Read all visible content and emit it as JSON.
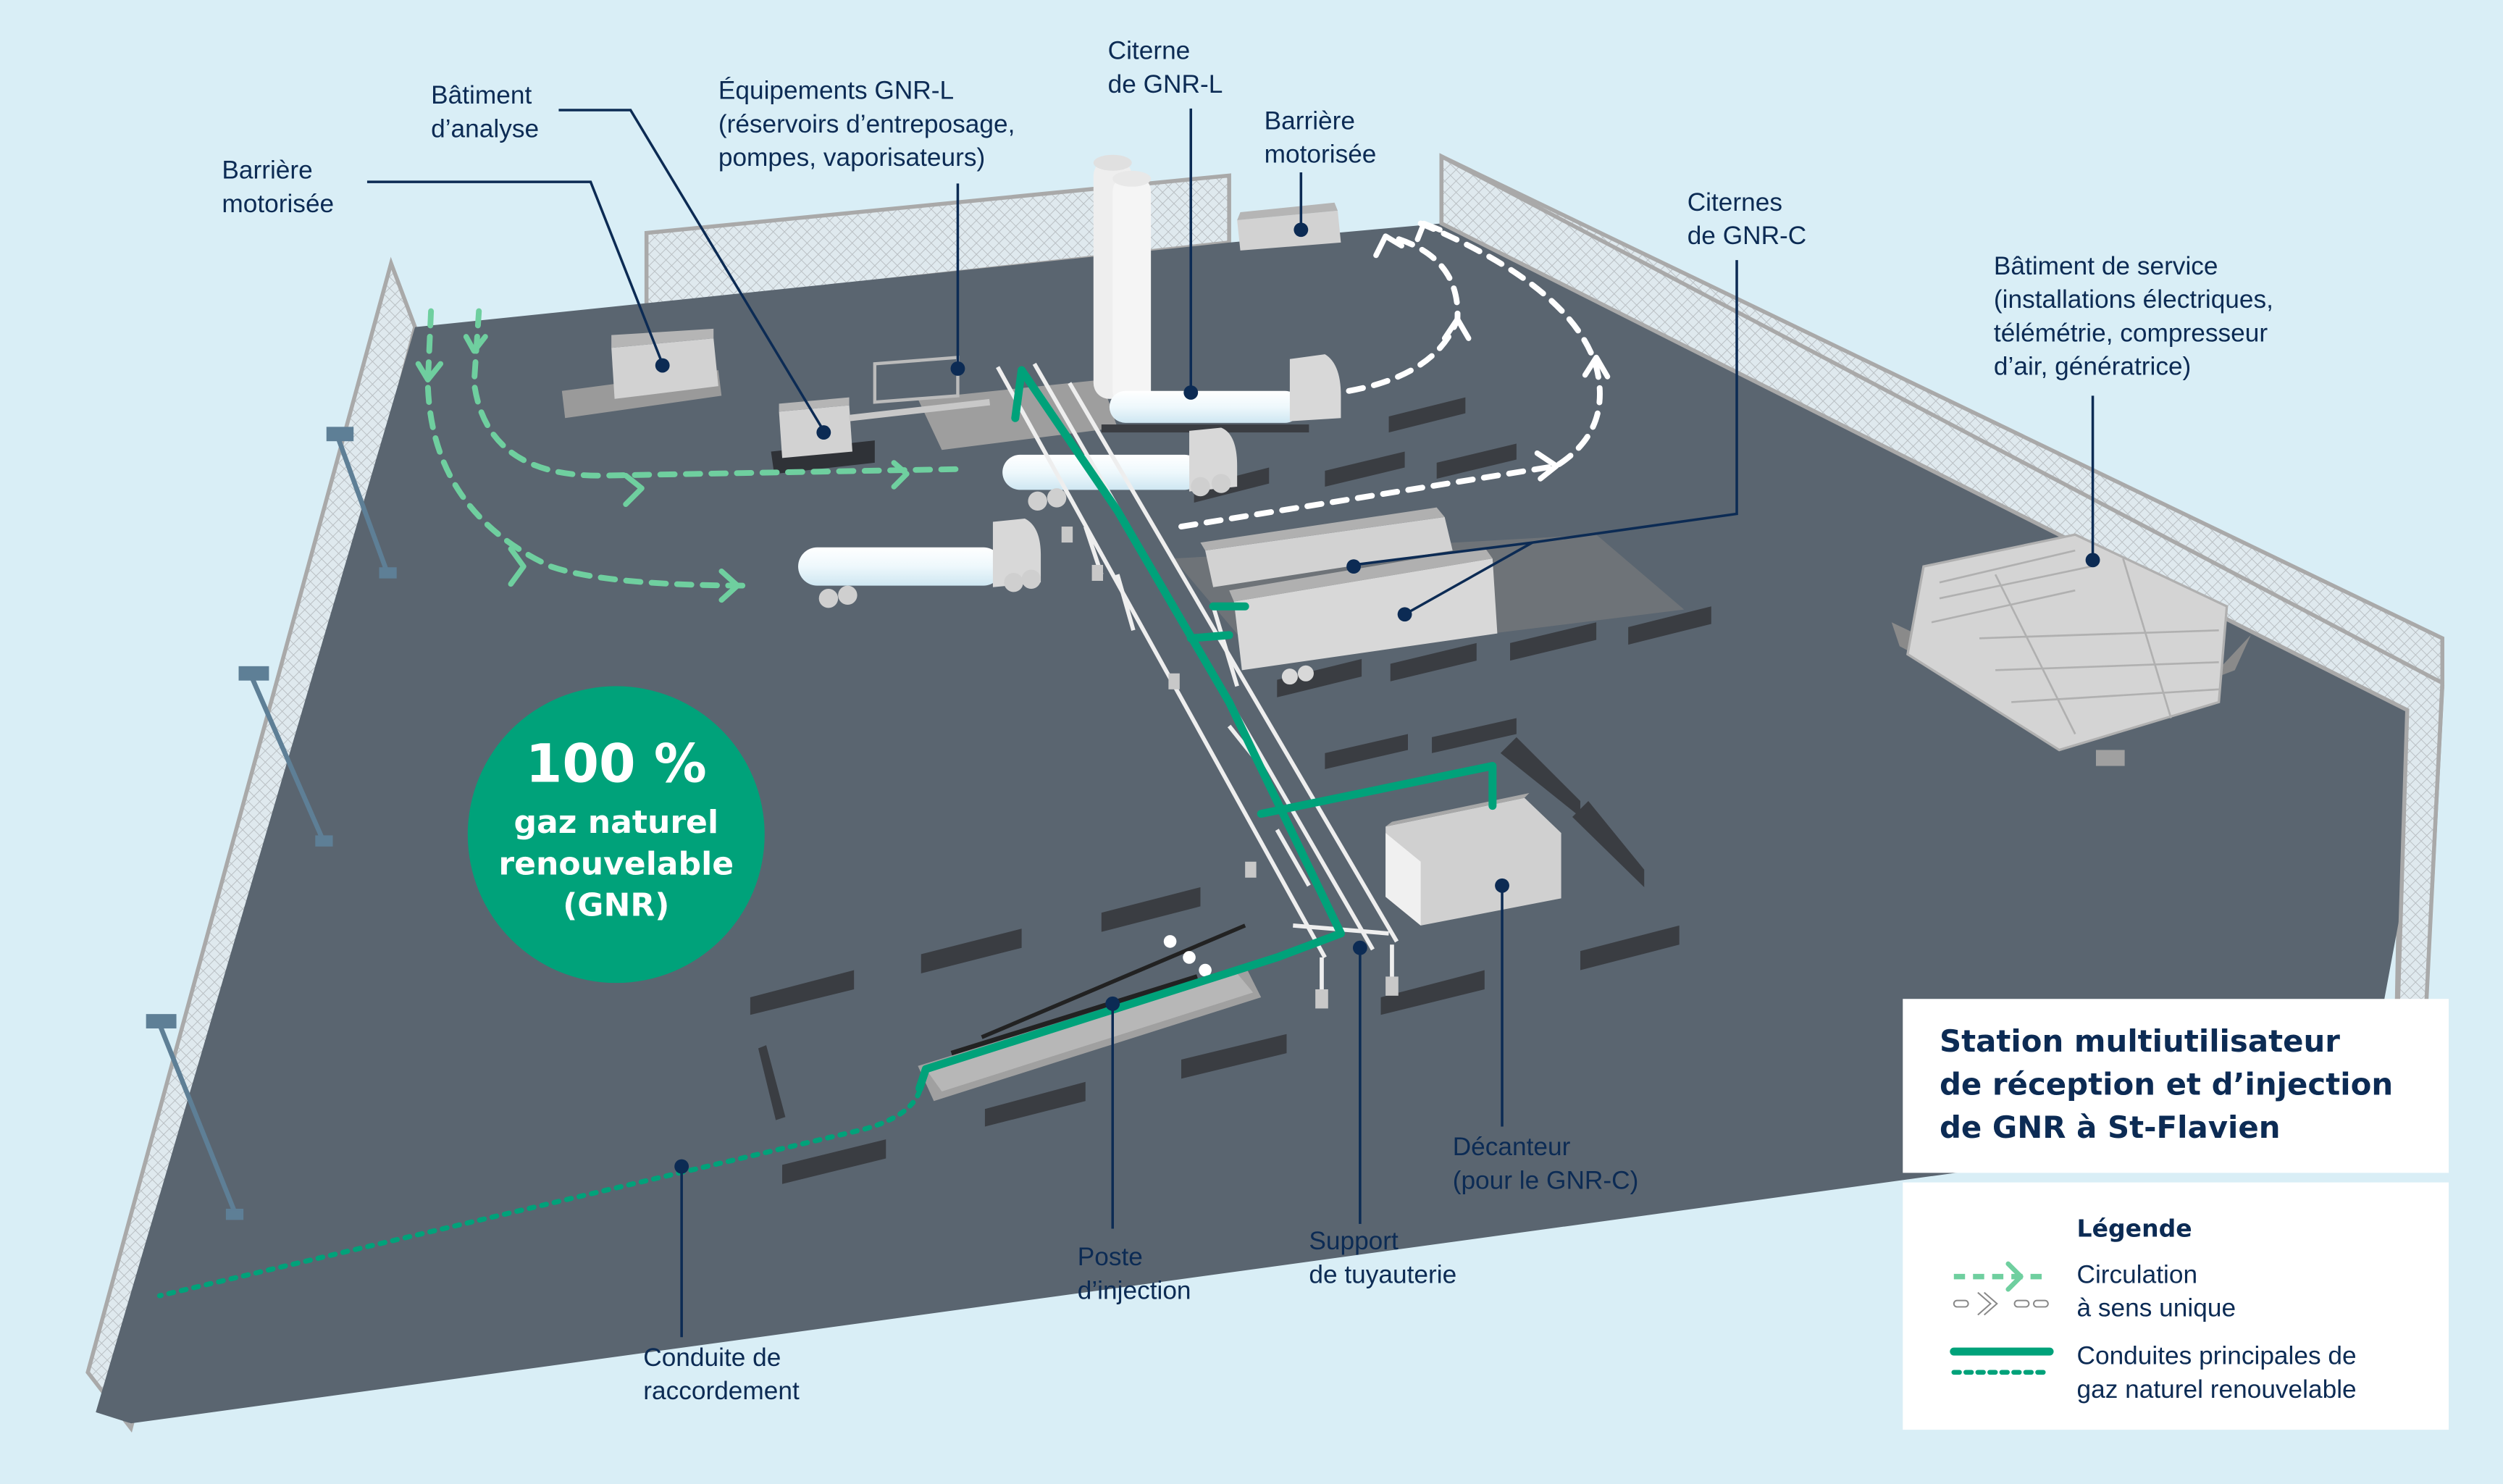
{
  "diagram": {
    "title_lines": [
      "Station multiutilisateur",
      "de réception et d’injection",
      "de GNR à St-Flavien"
    ],
    "badge": {
      "percent": "100 %",
      "lines": [
        "gaz naturel",
        "renouvelable",
        "(GNR)"
      ]
    },
    "labels": {
      "barriere_left": [
        "Barrière",
        "motorisée"
      ],
      "batiment_analyse": [
        "Bâtiment",
        "d’analyse"
      ],
      "equipements_gnrl": [
        "Équipements GNR-L",
        "(réservoirs d’entreposage,",
        "pompes, vaporisateurs)"
      ],
      "citerne_gnrl": [
        "Citerne",
        "de GNR-L"
      ],
      "barriere_right": [
        "Barrière",
        "motorisée"
      ],
      "citernes_gnrc": [
        "Citernes",
        "de GNR-C"
      ],
      "batiment_service": [
        "Bâtiment de service",
        "(installations électriques,",
        "télémétrie, compresseur",
        "d’air, génératrice)"
      ],
      "decanteur": [
        "Décanteur",
        "(pour le GNR-C)"
      ],
      "support_tuyauterie": [
        "Support",
        "de tuyauterie"
      ],
      "poste_injection": [
        "Poste",
        "d’injection"
      ],
      "conduite_raccordement": [
        "Conduite de",
        "raccordement"
      ]
    },
    "legend": {
      "heading": "Légende",
      "items": [
        {
          "icon": "one-way-traffic-arrows",
          "lines": [
            "Circulation",
            "à sens unique"
          ]
        },
        {
          "icon": "gas-pipeline-lines",
          "lines": [
            "Conduites principales de",
            "gaz naturel renouvelable"
          ]
        }
      ]
    },
    "colors": {
      "background": "#d9eef6",
      "ground": "#5a6570",
      "gnr_green": "#00a27a",
      "traffic_green": "#6fcf9f",
      "traffic_white": "#ffffff",
      "label_navy": "#0c2b54",
      "fence_grey": "#a9a9a9",
      "building_grey": "#d2d2d2",
      "light_pole": "#5e7f96"
    }
  }
}
